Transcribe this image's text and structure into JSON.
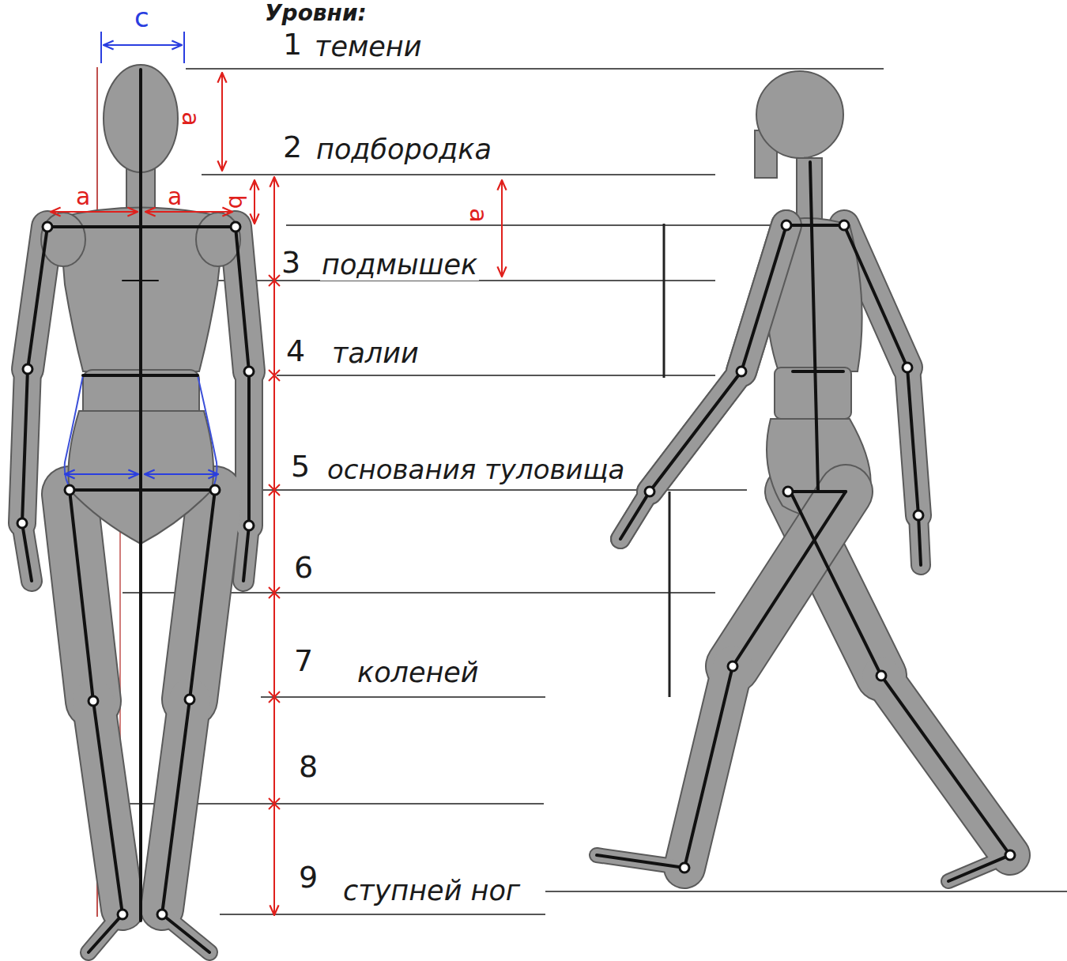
{
  "diagram": {
    "title": "Уровни:",
    "labels": [
      "c",
      "1",
      "темени",
      "a",
      "2",
      "подбородка",
      "a",
      "a",
      "b",
      "a",
      "3",
      "подмышек",
      "4",
      "талии",
      "5",
      "основания туловища",
      "6",
      "7",
      "коленей",
      "8",
      "9",
      "ступней ног"
    ]
  }
}
